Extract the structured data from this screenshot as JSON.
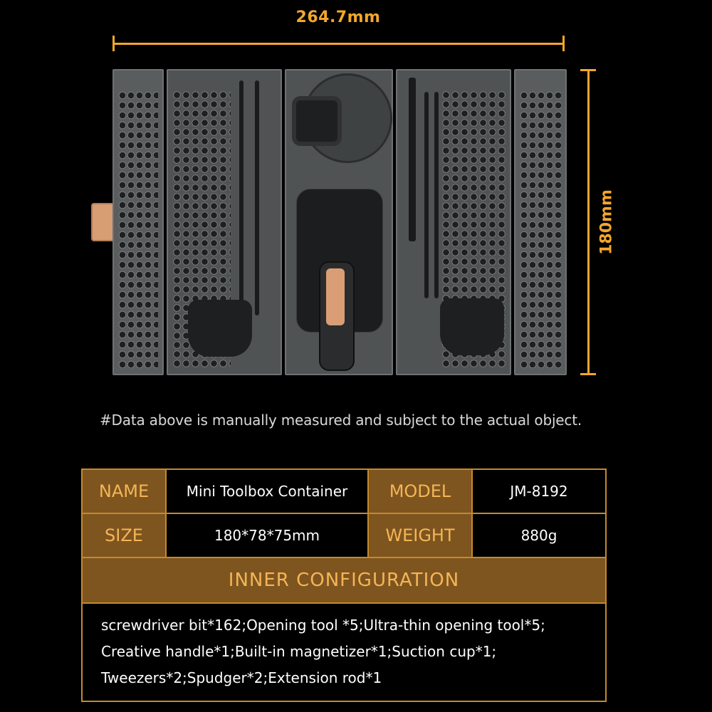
{
  "dimensions": {
    "width_label": "264.7mm",
    "height_label": "180mm",
    "accent_color": "#f3a72a"
  },
  "illustration": {
    "item": "open toolbox with screwdriver bits, handle, suction cup, tweezers and opener picks"
  },
  "note": "#Data above is manually measured and subject to the actual object.",
  "spec_table": {
    "name_label": "NAME",
    "name_value": "Mini Toolbox Container",
    "model_label": "MODEL",
    "model_value": "JM-8192",
    "size_label": "SIZE",
    "size_value": "180*78*75mm",
    "weight_label": "WEIGHT",
    "weight_value": "880g",
    "config_header": "INNER CONFIGURATION",
    "config_lines": [
      "screwdriver bit*162;Opening tool *5;Ultra-thin opening tool*5;",
      "Creative handle*1;Built-in magnetizer*1;Suction cup*1;",
      "Tweezers*2;Spudger*2;Extension rod*1"
    ],
    "label_bg": "#7e551f",
    "label_text": "#f4b556",
    "border": "#c48a2d"
  }
}
